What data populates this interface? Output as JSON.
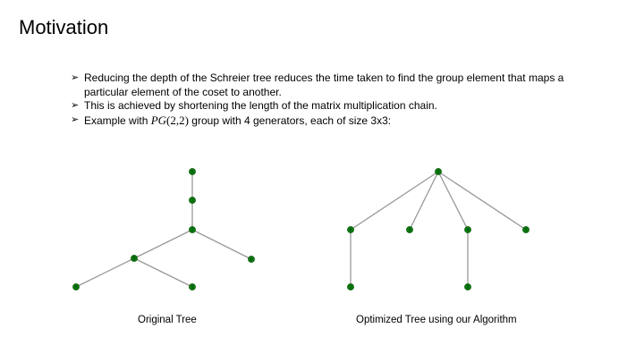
{
  "title": "Motivation",
  "bullets": [
    {
      "text": "Reducing the depth of the Schreier tree reduces the time taken to find the group element that maps a particular element of the coset to another."
    },
    {
      "text": "This is achieved by shortening the length of the matrix multiplication chain."
    },
    {
      "pre": "Example with ",
      "math": "PG",
      "math_args": "(2,2)",
      "post": " group with 4 generators, each of size 3x3:"
    }
  ],
  "colors": {
    "node": "#0a7a0a",
    "node_stroke": "#055205",
    "edge": "#999999"
  },
  "trees": [
    {
      "caption": "Original Tree",
      "nodes": [
        "0",
        "1",
        "2",
        "5",
        "6",
        "4",
        "3"
      ],
      "edges": [
        [
          "0",
          "1"
        ],
        [
          "1",
          "2"
        ],
        [
          "2",
          "5"
        ],
        [
          "2",
          "6"
        ],
        [
          "5",
          "4"
        ],
        [
          "5",
          "3"
        ]
      ]
    },
    {
      "caption": "Optimized Tree using our Algorithm",
      "nodes": [
        "0",
        "6",
        "3",
        "4",
        "5",
        "1",
        "2"
      ],
      "edges": [
        [
          "0",
          "6"
        ],
        [
          "0",
          "3"
        ],
        [
          "0",
          "4"
        ],
        [
          "0",
          "5"
        ],
        [
          "6",
          "1"
        ],
        [
          "4",
          "2"
        ]
      ]
    }
  ]
}
